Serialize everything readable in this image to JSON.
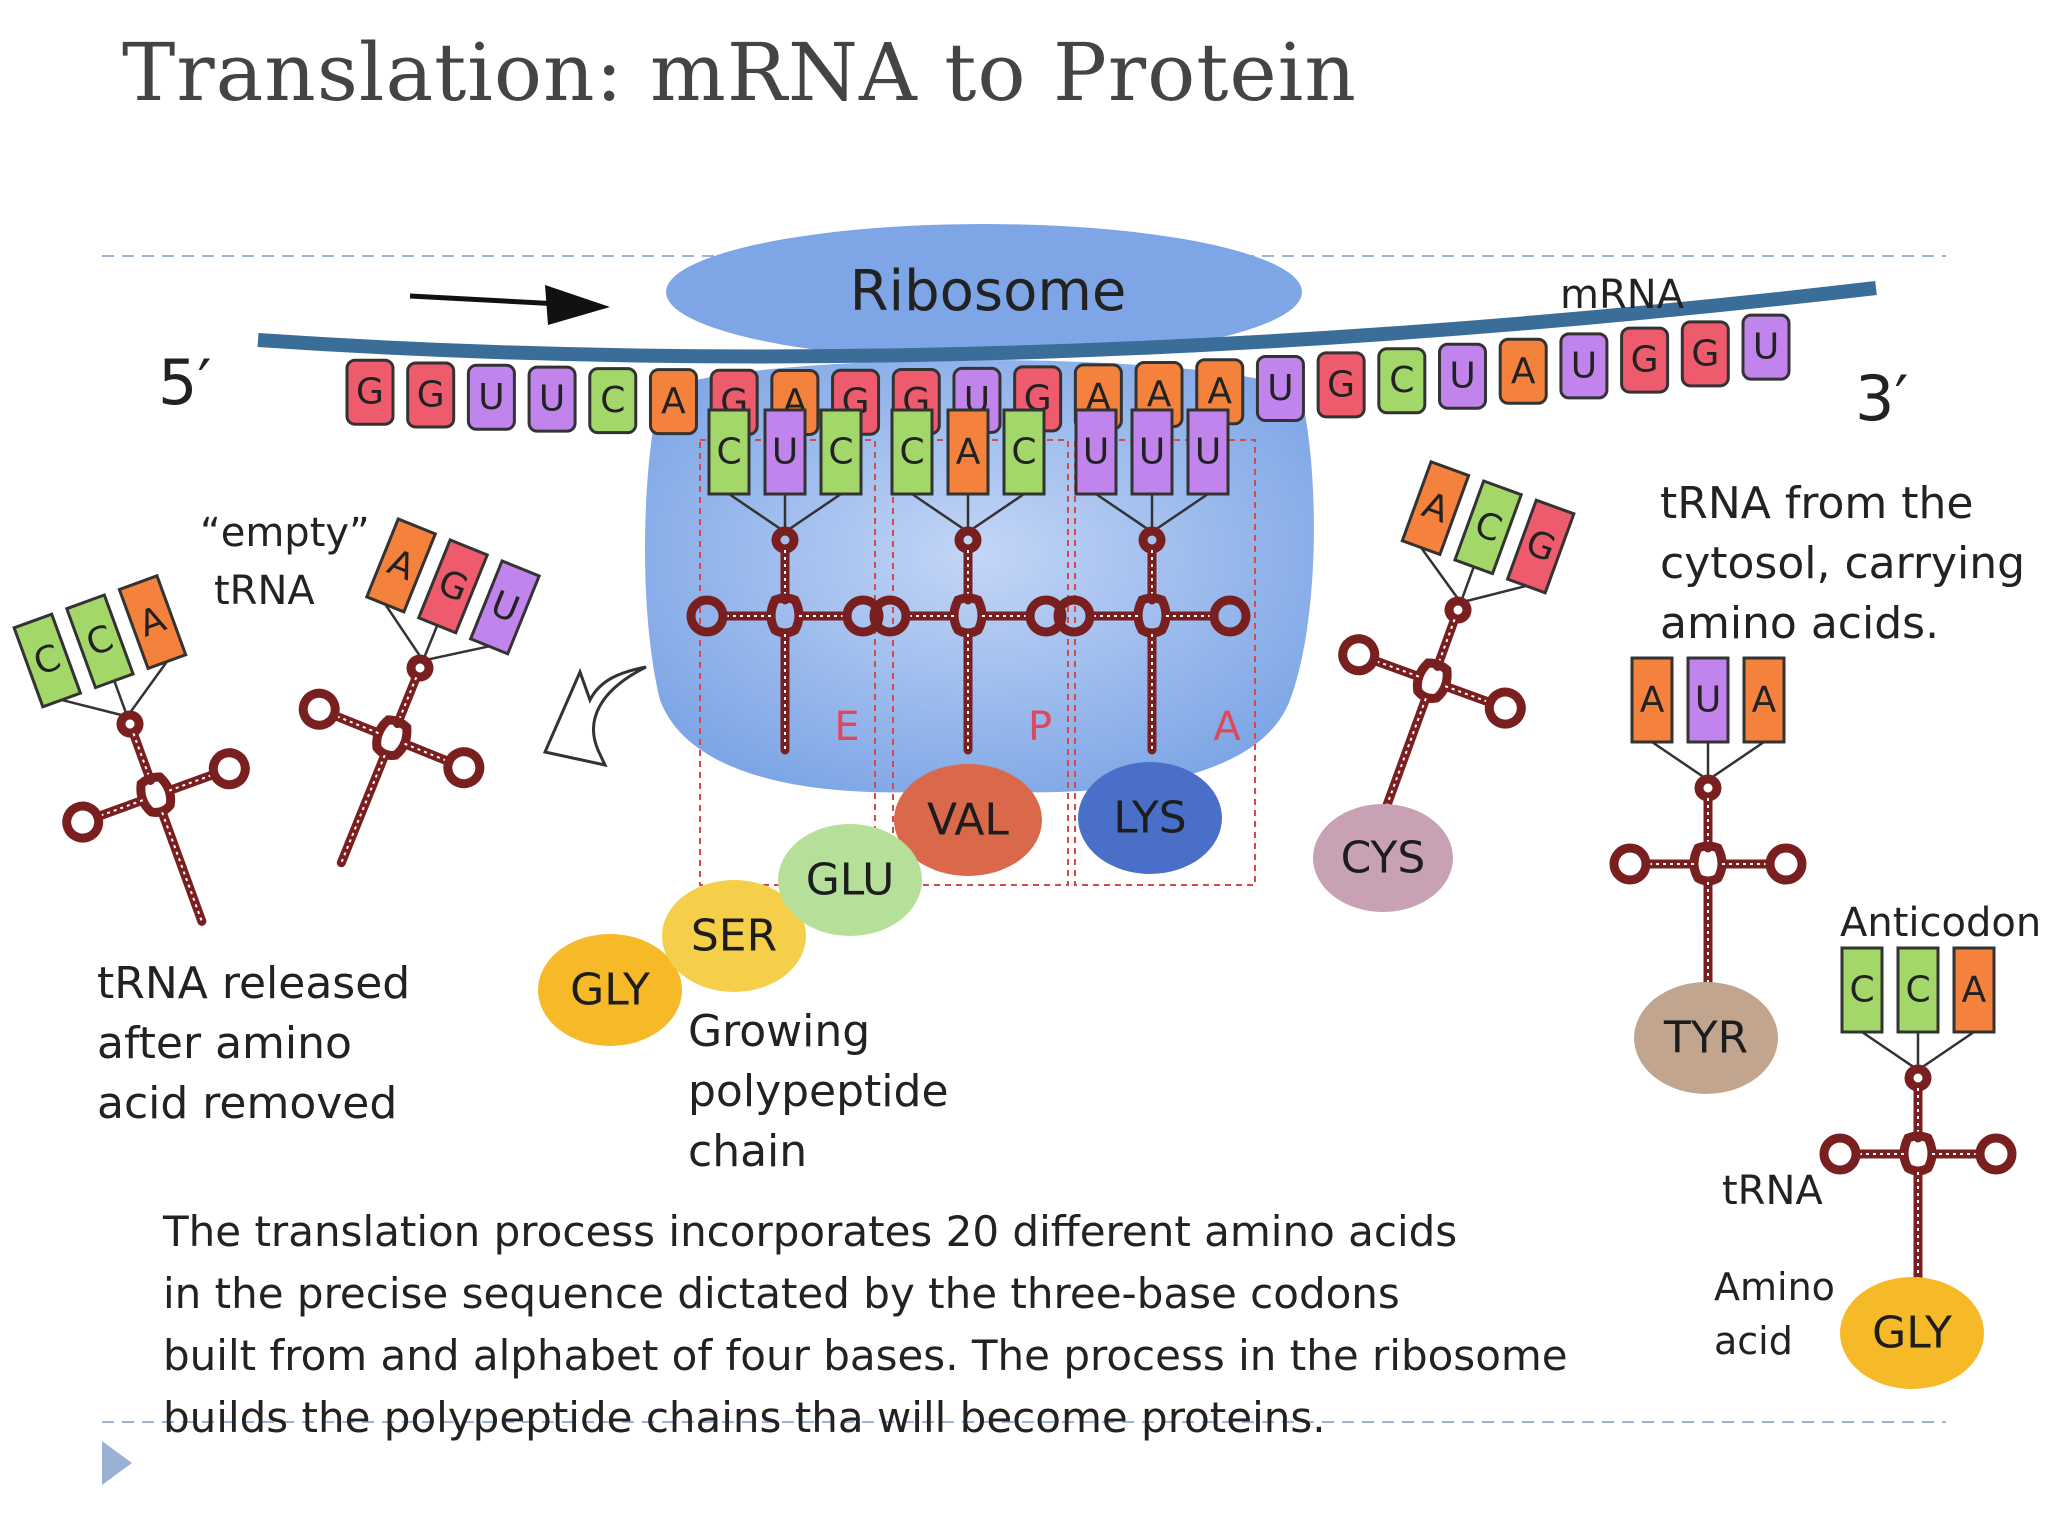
{
  "title": "Translation: mRNA to Protein",
  "labels": {
    "ribosome": "Ribosome",
    "mrna": "mRNA",
    "five_prime": "5′",
    "three_prime": "3′",
    "empty_trna": [
      "“empty”",
      "tRNA"
    ],
    "released": [
      "tRNA released",
      "after amino",
      "acid removed"
    ],
    "growing": [
      "Growing",
      "polypeptide",
      "chain"
    ],
    "from_cytosol": [
      "tRNA from the",
      "cytosol, carrying",
      "amino acids."
    ],
    "anticodon": "Anticodon",
    "trna": "tRNA",
    "amino_acid": [
      "Amino",
      "acid"
    ]
  },
  "sites": [
    "E",
    "P",
    "A"
  ],
  "mrna_bases": [
    "G",
    "G",
    "U",
    "U",
    "C",
    "A",
    "G",
    "A",
    "G",
    "G",
    "U",
    "G",
    "A",
    "A",
    "A",
    "U",
    "G",
    "C",
    "U",
    "A",
    "U",
    "G",
    "G",
    "U"
  ],
  "ribosome_trnas": [
    {
      "anticodon": [
        "C",
        "U",
        "C"
      ],
      "amino_acid": ""
    },
    {
      "anticodon": [
        "C",
        "A",
        "C"
      ],
      "amino_acid": "VAL"
    },
    {
      "anticodon": [
        "U",
        "U",
        "U"
      ],
      "amino_acid": "LYS"
    }
  ],
  "free_trnas": [
    {
      "id": "released",
      "anticodon": [
        "C",
        "C",
        "A"
      ],
      "amino_acid": ""
    },
    {
      "id": "empty",
      "anticodon": [
        "A",
        "G",
        "U"
      ],
      "amino_acid": ""
    },
    {
      "id": "incoming-cys",
      "anticodon": [
        "A",
        "C",
        "G"
      ],
      "amino_acid": "CYS"
    },
    {
      "id": "cytosol-tyr",
      "anticodon": [
        "A",
        "U",
        "A"
      ],
      "amino_acid": "TYR"
    },
    {
      "id": "legend-gly",
      "anticodon": [
        "C",
        "C",
        "A"
      ],
      "amino_acid": "GLY"
    }
  ],
  "polypeptide": [
    "GLY",
    "SER",
    "GLU"
  ],
  "caption": [
    "The translation process incorporates 20 different amino acids",
    "in the precise sequence dictated by the three-base codons",
    "built from and alphabet of four bases. The process in the ribosome",
    "builds the polypeptide chains tha will become proteins."
  ],
  "colors": {
    "A": "#f5823c",
    "G": "#ee5b6c",
    "U": "#c084ec",
    "C": "#a3d76a",
    "ribosome": "#7ea6e6",
    "trna": "#7a1f1f",
    "GLY": "#f6b928",
    "SER": "#f6cf4a",
    "GLU": "#b6e09a",
    "VAL": "#d9694a",
    "LYS": "#4a6fc8",
    "CYS": "#c8a2b4",
    "TYR": "#c2a58e"
  }
}
